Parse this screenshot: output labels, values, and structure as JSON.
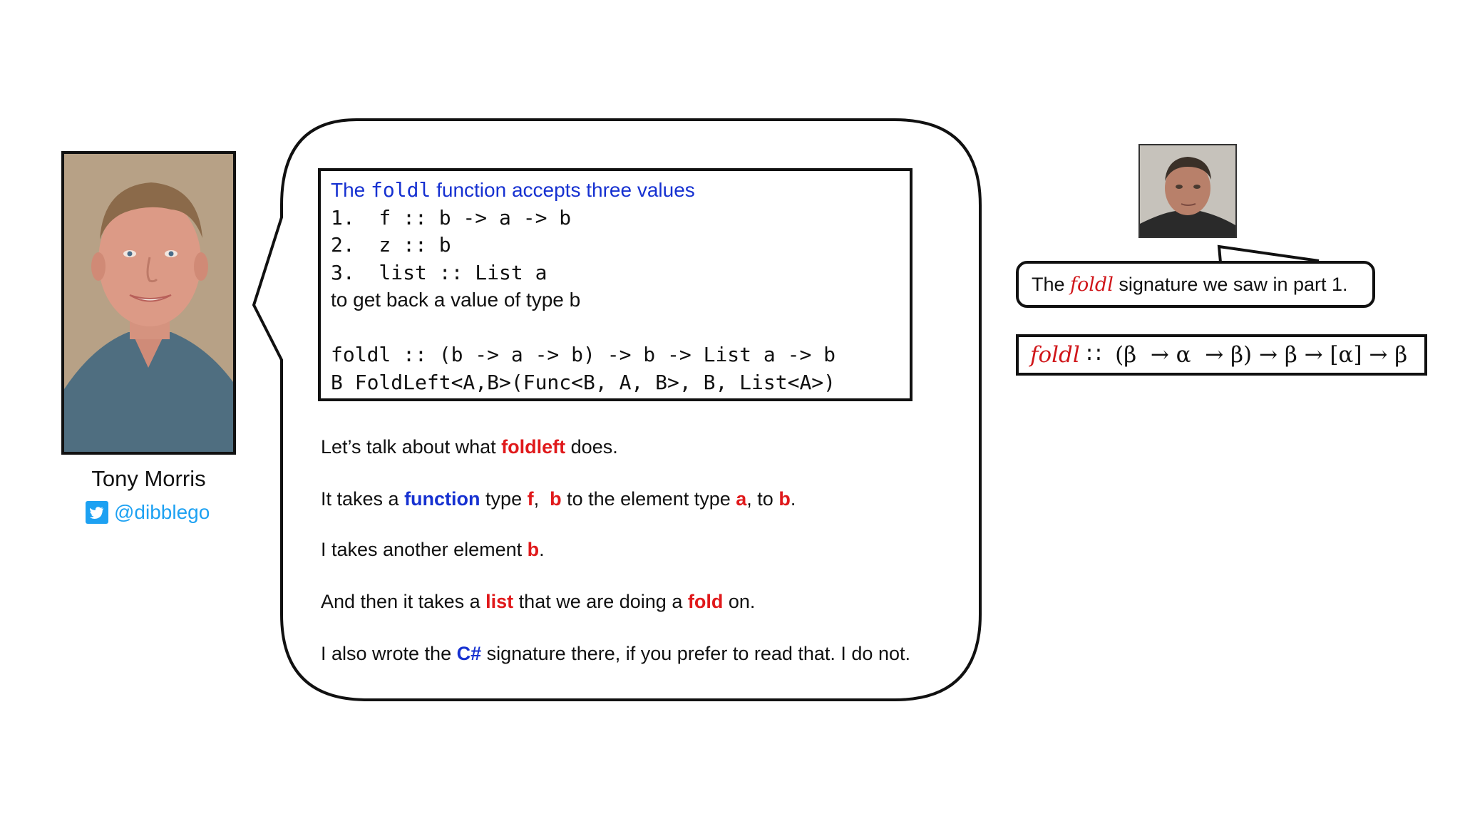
{
  "speaker": {
    "name": "Tony Morris",
    "twitter_handle": "@dibblego"
  },
  "code_box": {
    "title_prefix": "The ",
    "title_code": "foldl",
    "title_suffix": " function accepts three values",
    "line1": "1.  f :: b -> a -> b",
    "line2": "2.  z :: b",
    "line3": "3.  list :: List a",
    "return_text": "to get back a value of type b",
    "signature_haskell": "foldl :: (b -> a -> b) -> b -> List a -> b",
    "signature_csharp": "B FoldLeft<A,B>(Func<B, A, B>, B, List<A>)"
  },
  "explanation": {
    "p1": {
      "a": "Let’s talk about what ",
      "b": "foldleft",
      "c": " does."
    },
    "p2": {
      "a": "It takes a ",
      "b": "function",
      "c": " type ",
      "d": "f",
      "e": ",  ",
      "f": "b",
      "g": " to the element type ",
      "h": "a",
      "i": ", to ",
      "j": "b",
      "k": "."
    },
    "p3": {
      "a": "I takes another element ",
      "b": "b",
      "c": "."
    },
    "p4": {
      "a": "And then it takes a ",
      "b": "list",
      "c": " that we are doing a ",
      "d": "fold",
      "e": " on."
    },
    "p5": {
      "a": "I also wrote the ",
      "b": "C#",
      "c": " signature there, if you prefer to read that. I do not."
    }
  },
  "right_panel": {
    "caption_prefix": "The ",
    "caption_fn": "foldl",
    "caption_suffix": " signature we saw in part 1.",
    "math_fn": "foldl",
    "math_rest": " ∷  (β  → α  → β) → β → [α] → β"
  },
  "colors": {
    "highlight_red": "#e0191b",
    "highlight_blue": "#1631d1",
    "twitter_blue": "#1da1f2"
  }
}
